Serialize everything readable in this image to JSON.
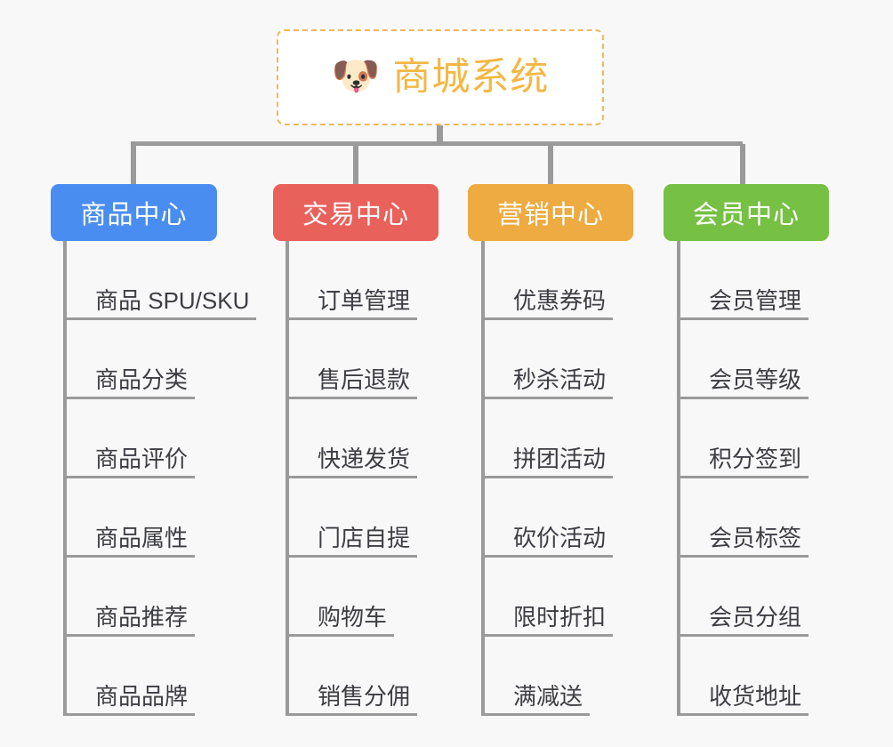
{
  "diagram": {
    "type": "mind-map",
    "background_color": "#f8f8f8",
    "root": {
      "icon": "dog-face-emoji",
      "icon_glyph": "🐶",
      "title": "商城系统",
      "title_color": "#f3b744",
      "border_color": "#edb95e",
      "border_style": "dashed",
      "fill_color": "#ffffff"
    },
    "connector_color": "#9a9a9a",
    "leaf_text_color": "#3d3d44",
    "branches": [
      {
        "label": "商品中心",
        "color": "#4a8df1",
        "items": [
          "商品 SPU/SKU",
          "商品分类",
          "商品评价",
          "商品属性",
          "商品推荐",
          "商品品牌"
        ]
      },
      {
        "label": "交易中心",
        "color": "#e9615b",
        "items": [
          "订单管理",
          "售后退款",
          "快递发货",
          "门店自提",
          "购物车",
          "销售分佣"
        ]
      },
      {
        "label": "营销中心",
        "color": "#eeab41",
        "items": [
          "优惠券码",
          "秒杀活动",
          "拼团活动",
          "砍价活动",
          "限时折扣",
          "满减送"
        ]
      },
      {
        "label": "会员中心",
        "color": "#76c044",
        "items": [
          "会员管理",
          "会员等级",
          "积分签到",
          "会员标签",
          "会员分组",
          "收货地址"
        ]
      }
    ]
  }
}
